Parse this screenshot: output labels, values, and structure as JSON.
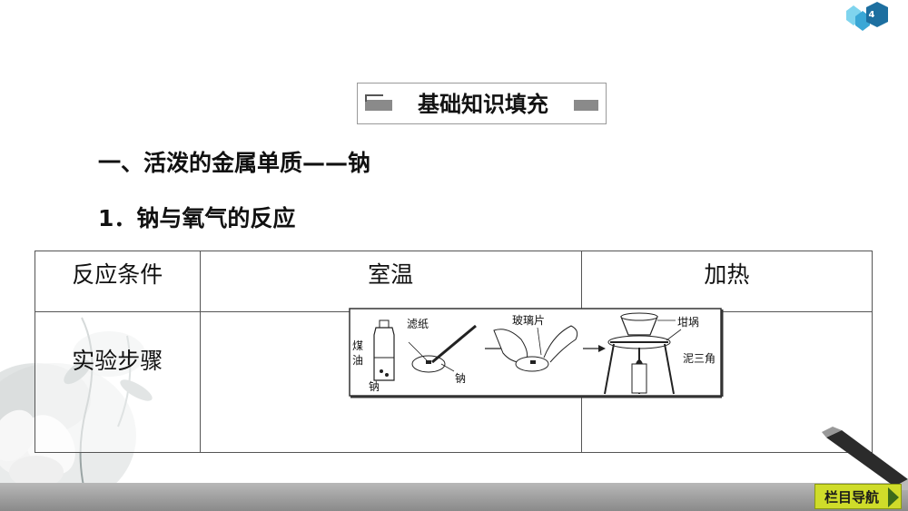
{
  "page": {
    "number": "4"
  },
  "section": {
    "title": "基础知识填充"
  },
  "content": {
    "heading1": "一、活泼的金属单质——钠",
    "heading2": "1．钠与氧气的反应"
  },
  "table": {
    "row1": {
      "col1": "反应条件",
      "col2": "室温",
      "col3": "加热"
    },
    "row2": {
      "col1": "实验步骤"
    }
  },
  "figure": {
    "labels": {
      "kerosene_line1": "煤",
      "kerosene_line2": "油",
      "sodium1": "钠",
      "filter_paper": "滤纸",
      "sodium2": "钠",
      "glass_piece": "玻璃片",
      "crucible": "坩埚",
      "clay_triangle": "泥三角"
    }
  },
  "nav": {
    "label": "栏目导航"
  }
}
